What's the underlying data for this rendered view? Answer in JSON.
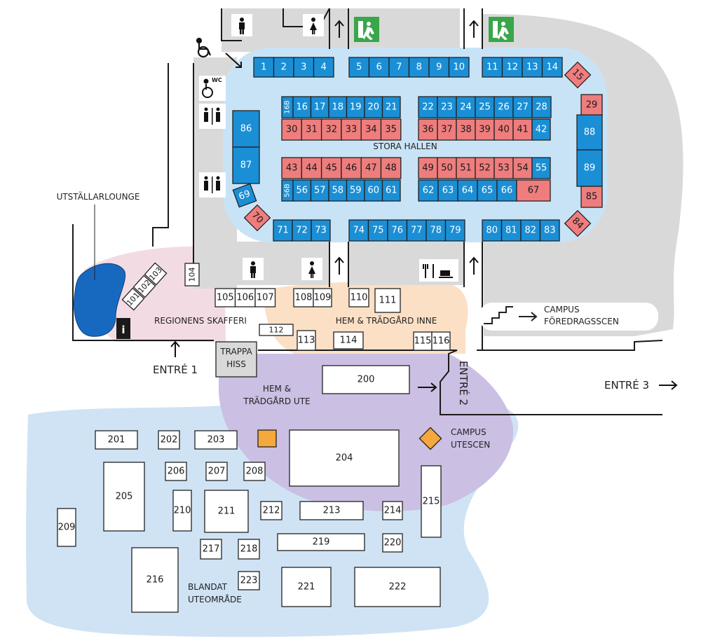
{
  "areas": {
    "stora_hallen": "STORA HALLEN",
    "utstallarlounge": "UTSTÄLLARLOUNGE",
    "regionens_skafferi": "REGIONENS SKAFFERI",
    "hem_tradgard_inne": "HEM & TRÄDGÅRD INNE",
    "hem_tradgard_ute": [
      "HEM &",
      "TRÄDGÅRD UTE"
    ],
    "blandat": [
      "BLANDAT",
      "UTEOMRÅDE"
    ],
    "campus_foredrag": [
      "CAMPUS",
      "FÖREDRAGSSCEN"
    ],
    "campus_utescen": [
      "CAMPUS",
      "UTESCEN"
    ],
    "trappa_hiss": [
      "TRAPPA",
      "HISS"
    ]
  },
  "entrances": {
    "entre1": "ENTRÉ 1",
    "entre2": "ENTRÉ 2",
    "entre3": "ENTRÉ 3"
  },
  "icons": {
    "info": "i",
    "wc": "WC"
  },
  "colors": {
    "blue_booth": "#1a8fd6",
    "red_booth": "#ef7d7d",
    "hall_floor": "#c9e3f6",
    "pink_zone": "#f3dbe4",
    "peach_zone": "#fbe0c6",
    "purple_zone": "#cbbfe3",
    "outdoor_zone": "#cfe3f4",
    "gray_floor": "#d8d8d8",
    "pond": "#1769c0",
    "orange": "#f5a83c",
    "exit_green": "#3aa64a"
  },
  "booths": {
    "top": [
      "1",
      "2",
      "3",
      "4",
      "5",
      "6",
      "7",
      "8",
      "9",
      "10",
      "11",
      "12",
      "13",
      "14"
    ],
    "row1": [
      "16B",
      "16",
      "17",
      "18",
      "19",
      "20",
      "21",
      "22",
      "23",
      "24",
      "25",
      "26",
      "27",
      "28"
    ],
    "row2": [
      "30",
      "31",
      "32",
      "33",
      "34",
      "35",
      "36",
      "37",
      "38",
      "39",
      "40",
      "41",
      "42"
    ],
    "row3": [
      "43",
      "44",
      "45",
      "46",
      "47",
      "48",
      "49",
      "50",
      "51",
      "52",
      "53",
      "54",
      "55"
    ],
    "row4": [
      "56B",
      "56",
      "57",
      "58",
      "59",
      "60",
      "61",
      "62",
      "63",
      "64",
      "65",
      "66",
      "67"
    ],
    "bottom": [
      "71",
      "72",
      "73",
      "74",
      "75",
      "76",
      "77",
      "78",
      "79",
      "80",
      "81",
      "82",
      "83"
    ],
    "side": [
      "15",
      "29",
      "88",
      "89",
      "85",
      "84",
      "86",
      "87",
      "69",
      "70"
    ],
    "food": [
      "101",
      "102",
      "103",
      "104",
      "105",
      "106",
      "107",
      "108",
      "109",
      "110",
      "111",
      "112",
      "113",
      "114",
      "115",
      "116"
    ],
    "outdoor": [
      "200",
      "201",
      "202",
      "203",
      "204",
      "205",
      "206",
      "207",
      "208",
      "209",
      "210",
      "211",
      "212",
      "213",
      "214",
      "215",
      "216",
      "217",
      "218",
      "219",
      "220",
      "221",
      "222",
      "223"
    ]
  }
}
